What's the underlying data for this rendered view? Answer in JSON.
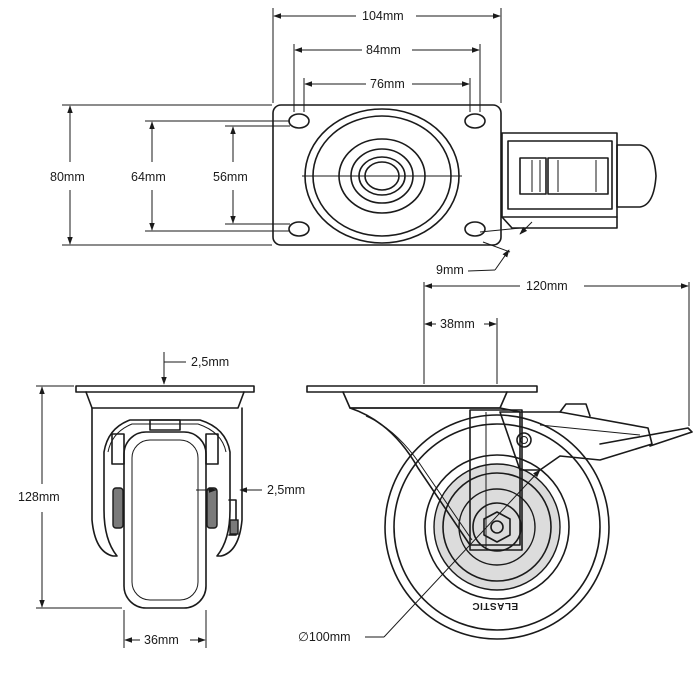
{
  "dimensions": {
    "plate_width": "104mm",
    "hole_spacing_outer": "84mm",
    "hole_spacing_inner": "76mm",
    "plate_depth": "80mm",
    "hole_depth_outer": "64mm",
    "hole_depth_inner": "56mm",
    "slot_width": "9mm",
    "total_height": "128mm",
    "plate_thickness": "2,5mm",
    "fork_thickness": "2,5mm",
    "wheel_width": "36mm",
    "overall_length": "120mm",
    "offset": "38mm",
    "wheel_diameter": "∅100mm"
  },
  "wheel_brand": "ELASTIC"
}
